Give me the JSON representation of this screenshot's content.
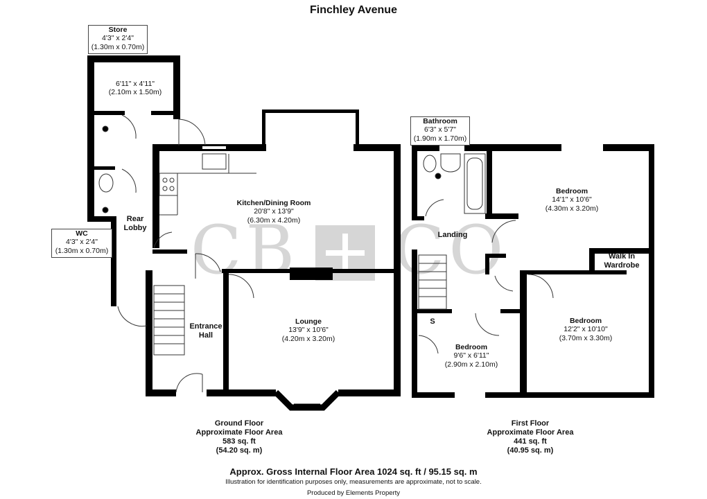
{
  "title": "Finchley Avenue",
  "watermark": {
    "left": "CB",
    "right": "CO"
  },
  "ground_floor": {
    "store": {
      "name": "Store",
      "dim_imperial": "4'3\" x 2'4\"",
      "dim_metric": "(1.30m x 0.70m)"
    },
    "store_inner": {
      "dim_imperial": "6'11\" x 4'11\"",
      "dim_metric": "(2.10m x 1.50m)"
    },
    "wc": {
      "name": "WC",
      "dim_imperial": "4'3\" x 2'4\"",
      "dim_metric": "(1.30m x 0.70m)"
    },
    "rear_lobby": {
      "line1": "Rear",
      "line2": "Lobby"
    },
    "kitchen": {
      "name": "Kitchen/Dining Room",
      "dim_imperial": "20'8\" x 13'9\"",
      "dim_metric": "(6.30m x 4.20m)"
    },
    "entrance_hall": {
      "line1": "Entrance",
      "line2": "Hall"
    },
    "lounge": {
      "name": "Lounge",
      "dim_imperial": "13'9\" x 10'6\"",
      "dim_metric": "(4.20m x 3.20m)"
    },
    "caption": {
      "line1": "Ground Floor",
      "line2": "Approximate Floor Area",
      "line3": "583 sq. ft",
      "line4": "(54.20 sq. m)"
    }
  },
  "first_floor": {
    "bathroom": {
      "name": "Bathroom",
      "dim_imperial": "6'3\" x 5'7\"",
      "dim_metric": "(1.90m x 1.70m)"
    },
    "bedroom_1": {
      "name": "Bedroom",
      "dim_imperial": "14'1\" x 10'6\"",
      "dim_metric": "(4.30m x 3.20m)"
    },
    "landing": "Landing",
    "walk_in": {
      "line1": "Walk In",
      "line2": "Wardrobe"
    },
    "bedroom_2": {
      "name": "Bedroom",
      "dim_imperial": "12'2\" x 10'10\"",
      "dim_metric": "(3.70m x 3.30m)"
    },
    "storage": "S",
    "bedroom_3": {
      "name": "Bedroom",
      "dim_imperial": "9'6\" x 6'11\"",
      "dim_metric": "(2.90m x 2.10m)"
    },
    "caption": {
      "line1": "First Floor",
      "line2": "Approximate Floor Area",
      "line3": "441 sq. ft",
      "line4": "(40.95 sq. m)"
    }
  },
  "footer": {
    "gross": "Approx. Gross Internal Floor Area 1024 sq. ft / 95.15 sq. m",
    "disclaimer": "Illustration for identification purposes only, measurements are approximate, not to scale.",
    "produced_by": "Produced by Elements Property"
  },
  "colors": {
    "wall": "#000000",
    "watermark": "#d6d6d6",
    "box_border": "#444444"
  }
}
